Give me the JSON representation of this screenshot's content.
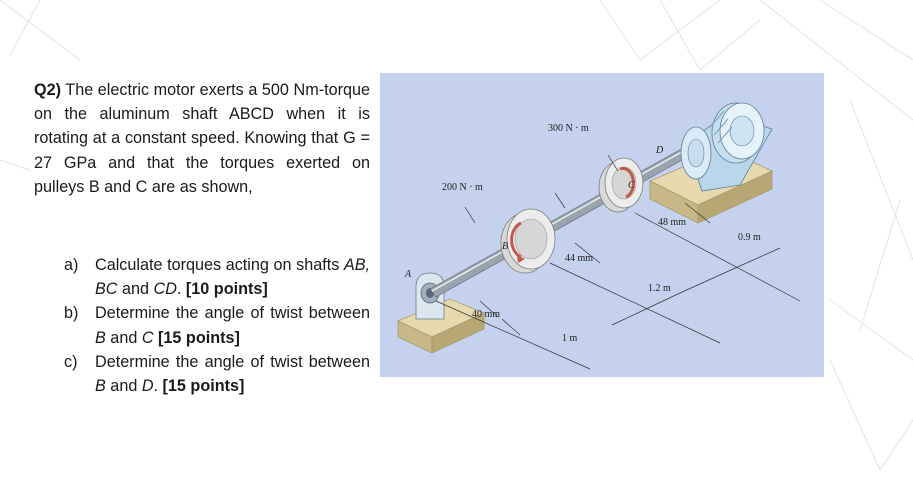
{
  "question": {
    "number": "Q2)",
    "text": " The electric motor exerts a 500 Nm-torque on the aluminum shaft ABCD when it is rotating at a constant speed. Knowing that G = 27 GPa and that the torques exerted on pulleys B and C are as shown,"
  },
  "parts": [
    {
      "marker": "a)",
      "pre": "Calculate torques acting on shafts ",
      "ital": "AB, BC",
      "mid": " and ",
      "ital2": "CD",
      "end": ". ",
      "points": "[10 points]"
    },
    {
      "marker": "b)",
      "pre": "Determine the angle of twist between ",
      "ital": "B",
      "mid": " and ",
      "ital2": "C",
      "end": " ",
      "points": "[15 points]"
    },
    {
      "marker": "c)",
      "pre": "Determine the angle of twist between ",
      "ital": "B",
      "mid": " and ",
      "ital2": "D",
      "end": ". ",
      "points": "[15 points]"
    }
  ],
  "figure": {
    "torque_C": "300 N · m",
    "torque_B": "200 N · m",
    "label_A": "A",
    "label_B": "B",
    "label_C": "C",
    "label_D": "D",
    "dim_48": "48 mm",
    "dim_44": "44 mm",
    "dim_40": "40 mm",
    "len_09": "0.9 m",
    "len_12": "1.2 m",
    "len_1": "1 m"
  },
  "colors": {
    "figure_bg": "#c4d2ee",
    "pulley": "#dcdcdc",
    "pulley_rim": "#c25a4a",
    "motor": "#c5dff0",
    "base": "#dccfa5"
  }
}
